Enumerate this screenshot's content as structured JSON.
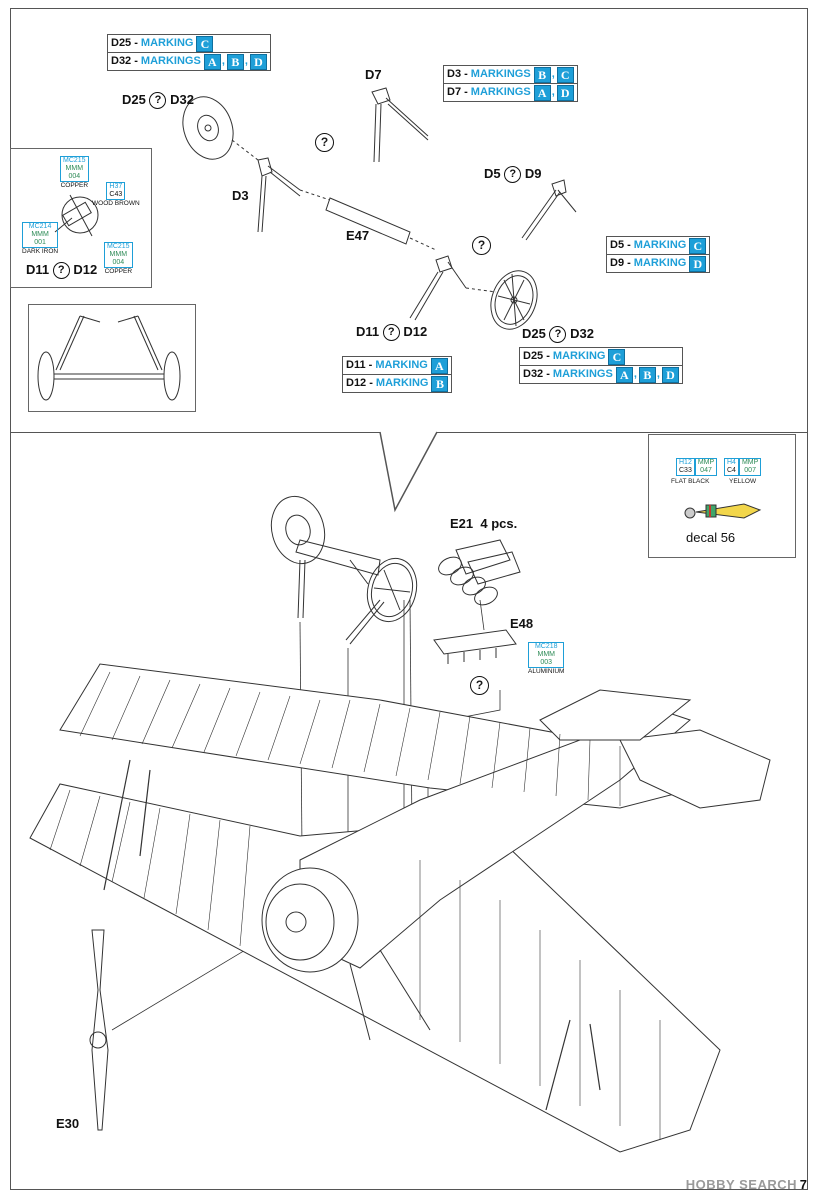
{
  "markings_top_left": [
    {
      "part": "D25",
      "word": "MARKING",
      "badges": [
        "C"
      ]
    },
    {
      "part": "D32",
      "word": "MARKINGS",
      "badges": [
        "A",
        "B",
        "D"
      ]
    }
  ],
  "markings_top_right": [
    {
      "part": "D3",
      "word": "MARKINGS",
      "badges": [
        "B",
        "C"
      ]
    },
    {
      "part": "D7",
      "word": "MARKINGS",
      "badges": [
        "A",
        "D"
      ]
    }
  ],
  "markings_mid_right": [
    {
      "part": "D5",
      "word": "MARKING",
      "badges": [
        "C"
      ]
    },
    {
      "part": "D9",
      "word": "MARKING",
      "badges": [
        "D"
      ]
    }
  ],
  "markings_d11": [
    {
      "part": "D11",
      "word": "MARKING",
      "badges": [
        "A"
      ]
    },
    {
      "part": "D12",
      "word": "MARKING",
      "badges": [
        "B"
      ]
    }
  ],
  "markings_wheel": [
    {
      "part": "D25",
      "word": "MARKING",
      "badges": [
        "C"
      ]
    },
    {
      "part": "D32",
      "word": "MARKINGS",
      "badges": [
        "A",
        "B",
        "D"
      ]
    }
  ],
  "labels": {
    "d25_d32_top_a": "D25",
    "d25_d32_top_b": "D32",
    "d7": "D7",
    "d3": "D3",
    "e47": "E47",
    "d5": "D5",
    "d9": "D9",
    "d11_a": "D11",
    "d12_a": "D12",
    "d11_b": "D11",
    "d12_b": "D12",
    "d25_wheel": "D25",
    "d32_wheel": "D32",
    "e21": "E21",
    "e21_qty": "4 pcs.",
    "e48": "E48",
    "e30": "E30",
    "decal": "decal 56",
    "question": "?"
  },
  "paints": {
    "mc215_top": {
      "code": "MC215",
      "mmm": "MMM",
      "num": "004",
      "name": "COPPER"
    },
    "h37": {
      "code": "H37",
      "c": "C43",
      "name": "WOOD BROWN"
    },
    "mc214": {
      "code": "MC214",
      "mmm": "MMM",
      "num": "001",
      "name": "DARK IRON"
    },
    "mc215_bot": {
      "code": "MC215",
      "mmm": "MMM",
      "num": "004",
      "name": "COPPER"
    },
    "mc218": {
      "code": "MC218",
      "mmm": "MMM",
      "num": "003",
      "name": "ALUMINIUM"
    },
    "flat_black": {
      "h": "H12",
      "c": "C33",
      "mmp": "MMP",
      "num": "047",
      "name": "FLAT BLACK"
    },
    "yellow": {
      "h": "H4",
      "c": "C4",
      "mmp": "MMP",
      "num": "007",
      "name": "YELLOW"
    }
  },
  "watermark": "HOBBY SEARCH",
  "page_number": "7",
  "colors": {
    "accent": "#1e9fd8",
    "line": "#333333",
    "paint_green": "#2e8b57"
  }
}
